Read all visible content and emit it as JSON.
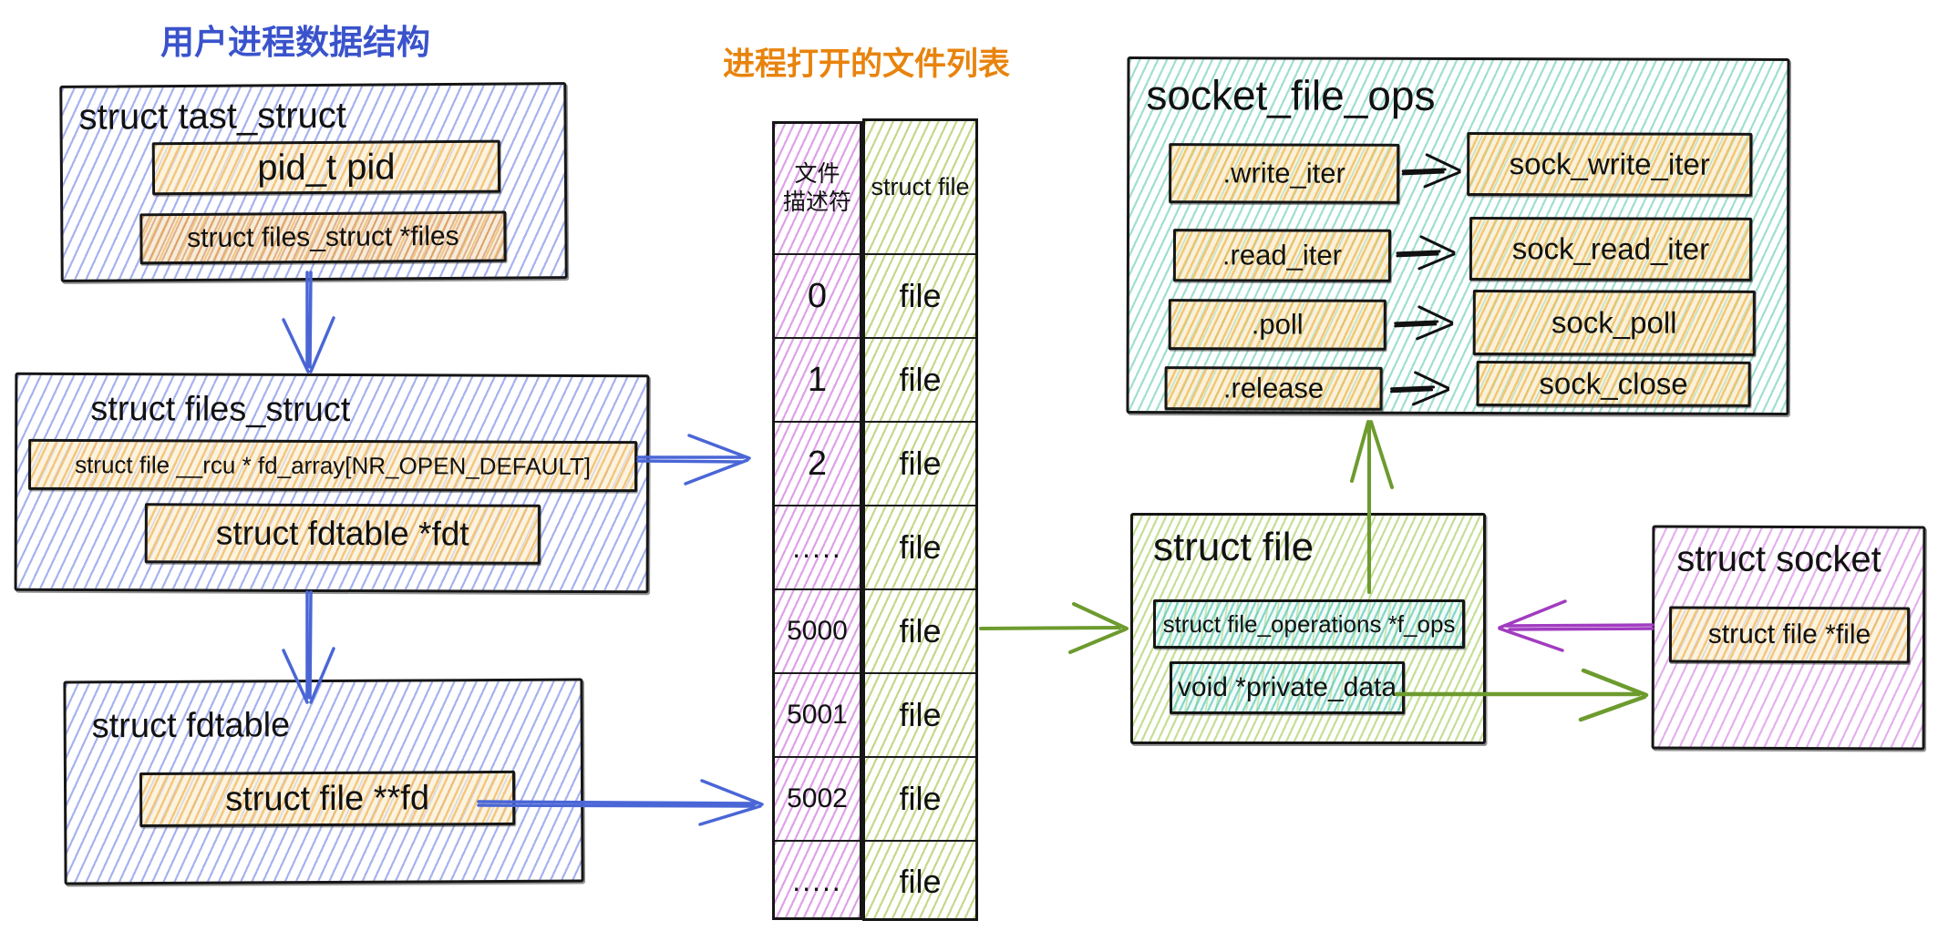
{
  "titles": {
    "user_process": "用户进程数据结构",
    "open_files": "进程打开的文件列表"
  },
  "task_struct": {
    "title": "struct tast_struct",
    "fields": {
      "pid": "pid_t pid",
      "files": "struct files_struct *files"
    }
  },
  "files_struct": {
    "title": "struct files_struct",
    "fields": {
      "fd_array": "struct file __rcu * fd_array[NR_OPEN_DEFAULT]",
      "fdt": "struct fdtable *fdt"
    }
  },
  "fdtable": {
    "title": "struct fdtable",
    "fields": {
      "fd": "struct file **fd"
    }
  },
  "fd_table": {
    "col1_header_line1": "文件",
    "col1_header_line2": "描述符",
    "col2_header": "struct file",
    "rows": [
      {
        "fd": "0",
        "file": "file"
      },
      {
        "fd": "1",
        "file": "file"
      },
      {
        "fd": "2",
        "file": "file"
      },
      {
        "fd": ".....",
        "file": "file"
      },
      {
        "fd": "5000",
        "file": "file"
      },
      {
        "fd": "5001",
        "file": "file"
      },
      {
        "fd": "5002",
        "file": "file"
      },
      {
        "fd": ".....",
        "file": "file"
      }
    ]
  },
  "socket_file_ops": {
    "title": "socket_file_ops",
    "mappings": [
      {
        "op": ".write_iter",
        "fn": "sock_write_iter"
      },
      {
        "op": ".read_iter",
        "fn": "sock_read_iter"
      },
      {
        "op": ".poll",
        "fn": "sock_poll"
      },
      {
        "op": ".release",
        "fn": "sock_close"
      }
    ]
  },
  "struct_file": {
    "title": "struct file",
    "fields": {
      "f_ops": "struct file_operations *f_ops",
      "private_data": "void *private_data"
    }
  },
  "struct_socket": {
    "title": "struct socket",
    "fields": {
      "file": "struct file *file"
    }
  },
  "colors": {
    "title_blue": "#3a53cc",
    "title_orange": "#e8830d",
    "hatch_blue": "#5f73e1",
    "hatch_purple": "#c456d6",
    "hatch_table_green": "#9ebe3e",
    "hatch_teal": "#40c0a2",
    "hatch_lime": "#96c43e",
    "hatch_orange": "#eea83a",
    "arrow_blue": "#4a66d6",
    "arrow_green": "#6d9b2e",
    "arrow_purple": "#a13cc0"
  }
}
